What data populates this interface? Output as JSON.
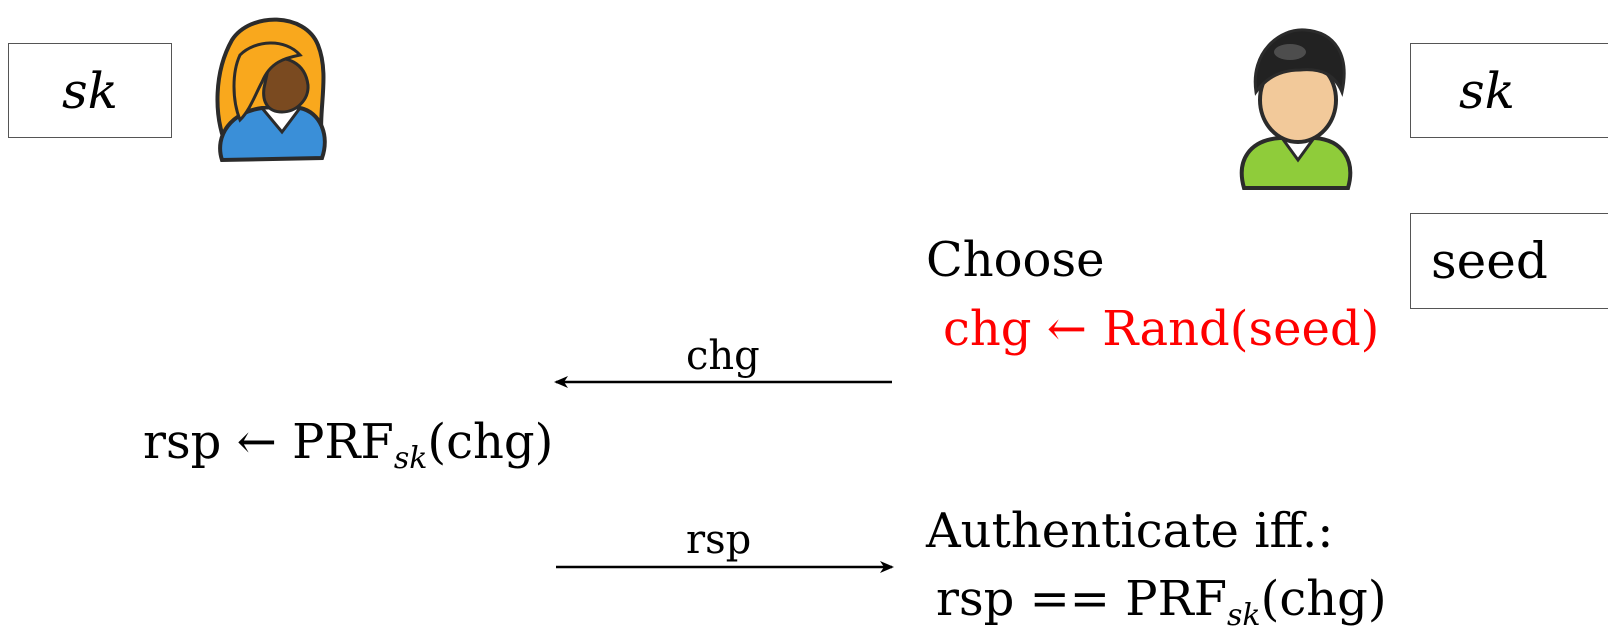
{
  "alice": {
    "key_label": "sk",
    "avatar_icon": "alice-avatar-icon"
  },
  "bob": {
    "key_label": "sk",
    "seed_label": "seed",
    "avatar_icon": "bob-avatar-icon"
  },
  "step_choose": {
    "heading": "Choose",
    "chg": "chg",
    "arrow": "←",
    "rand": "Rand(seed)"
  },
  "message_challenge": {
    "label": "chg",
    "direction": "bob-to-alice"
  },
  "alice_compute": {
    "lhs": "rsp",
    "arrow": "←",
    "prf": "PRF",
    "sub": "sk",
    "arg": "(chg)"
  },
  "message_response": {
    "label": "rsp",
    "direction": "alice-to-bob"
  },
  "step_verify": {
    "heading": "Authenticate iff.:",
    "lhs": "rsp",
    "op": "==",
    "prf": "PRF",
    "sub": "sk",
    "arg": "(chg)"
  },
  "colors": {
    "highlight": "#ff0000",
    "alice_hair": "#f9a81d",
    "alice_shirt": "#3a8fd8",
    "bob_shirt": "#8fcc3a",
    "bob_hair": "#222222"
  }
}
